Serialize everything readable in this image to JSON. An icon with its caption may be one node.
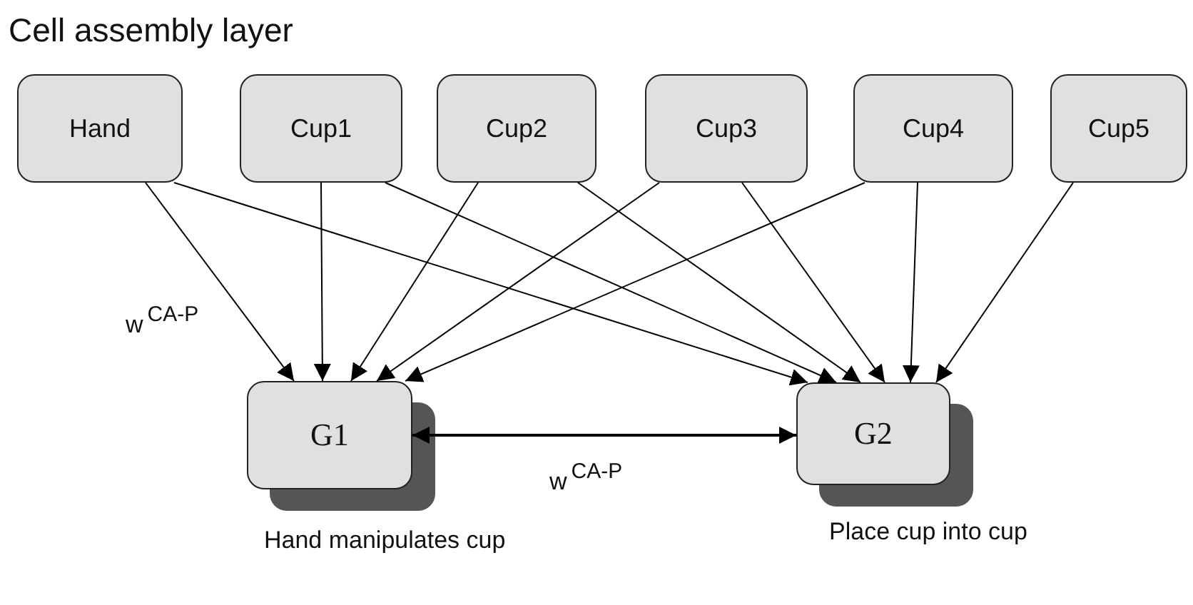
{
  "diagram": {
    "title": "Cell assembly layer",
    "nodes": [
      {
        "text": [
          "Hand"
        ]
      },
      {
        "text": [
          "Cup1"
        ]
      },
      {
        "text": [
          "Cup2"
        ]
      },
      {
        "text": [
          "Cup3"
        ]
      },
      {
        "text": [
          "Cup4"
        ]
      },
      {
        "text": [
          "Cup5"
        ]
      },
      {
        "text": [
          "G1"
        ],
        "beside": [
          "Hand manipulates cup"
        ]
      },
      {
        "text": [
          "G2"
        ],
        "beside": [
          "Place cup into cup"
        ]
      }
    ],
    "edges": [
      {
        "from": 0,
        "to": 6,
        "arrow": "to"
      },
      {
        "from": 0,
        "to": 7,
        "arrow": "to"
      },
      {
        "from": 1,
        "to": 6,
        "arrow": "to"
      },
      {
        "from": 1,
        "to": 7,
        "arrow": "to"
      },
      {
        "from": 2,
        "to": 6,
        "arrow": "to"
      },
      {
        "from": 2,
        "to": 7,
        "arrow": "to"
      },
      {
        "from": 3,
        "to": 6,
        "arrow": "to"
      },
      {
        "from": 3,
        "to": 7,
        "arrow": "to"
      },
      {
        "from": 4,
        "to": 6,
        "arrow": "to"
      },
      {
        "from": 4,
        "to": 7,
        "arrow": "to"
      },
      {
        "from": 5,
        "to": 7,
        "arrow": "to"
      },
      {
        "from": 6,
        "to": 7,
        "arrow": "both"
      }
    ],
    "labels": [
      "w$^{CA-P}$",
      "w$^{CA-P}$"
    ]
  }
}
